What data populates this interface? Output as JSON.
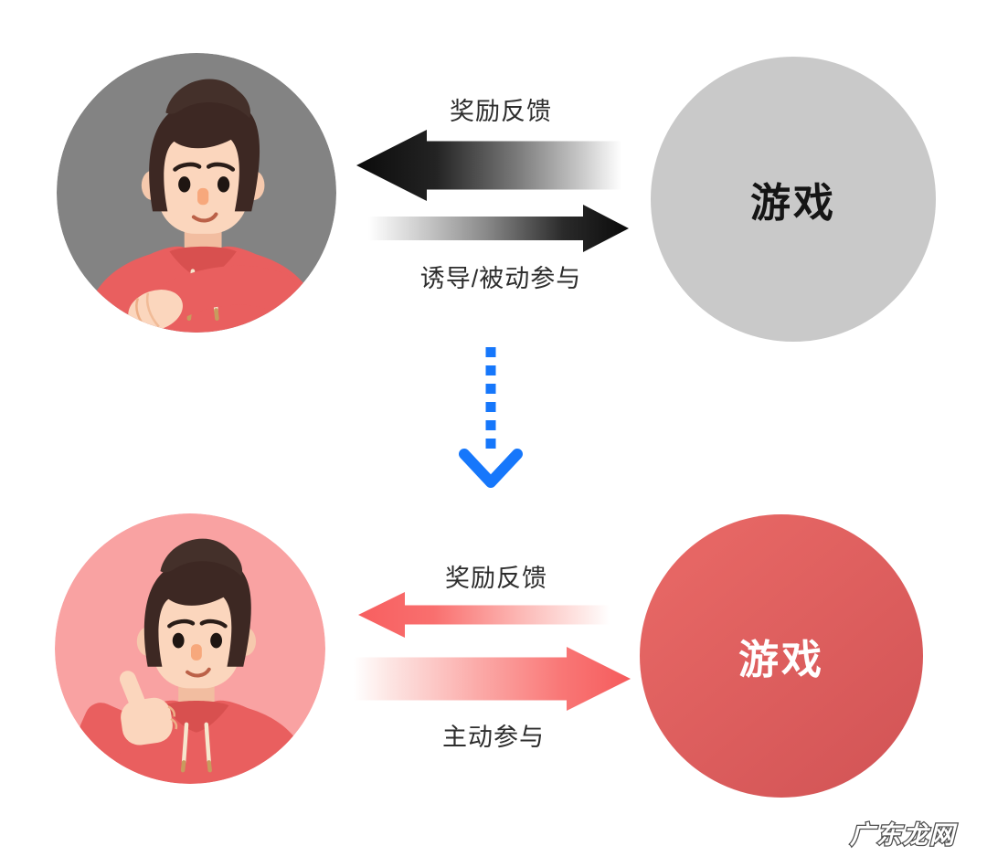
{
  "before": {
    "player": {
      "icon": "avatar-man-red-hoodie-arms-crossed",
      "circle_color": "#838383"
    },
    "game": {
      "label": "游戏",
      "circle_color": "#c9c9c9",
      "label_color": "#151515"
    },
    "reward_arrow": {
      "label": "奖励反馈",
      "direction": "left",
      "color": "#0b0b0b",
      "style": "gradient-fade-right"
    },
    "participation_arrow": {
      "label": "诱导/被动参与",
      "direction": "right",
      "color": "#0b0b0b",
      "style": "gradient-fade-left"
    }
  },
  "transition": {
    "icon": "dashed-down-arrow",
    "color": "#1677fb",
    "direction": "down"
  },
  "after": {
    "player": {
      "icon": "avatar-man-red-hoodie-thumbs-up",
      "circle_color": "#f9a2a2"
    },
    "game": {
      "label": "游戏",
      "circle_color_start": "#ea6a67",
      "circle_color_end": "#d15355",
      "label_color": "#ffffff"
    },
    "reward_arrow": {
      "label": "奖励反馈",
      "direction": "left",
      "color": "#f86a6a",
      "style": "gradient-fade-right"
    },
    "participation_arrow": {
      "label": "主动参与",
      "direction": "right",
      "color": "#f86a6a",
      "style": "gradient-fade-left"
    }
  },
  "watermark": {
    "text": "广东龙网",
    "fill": "#ffffff",
    "outline": "#4d4d4d"
  }
}
